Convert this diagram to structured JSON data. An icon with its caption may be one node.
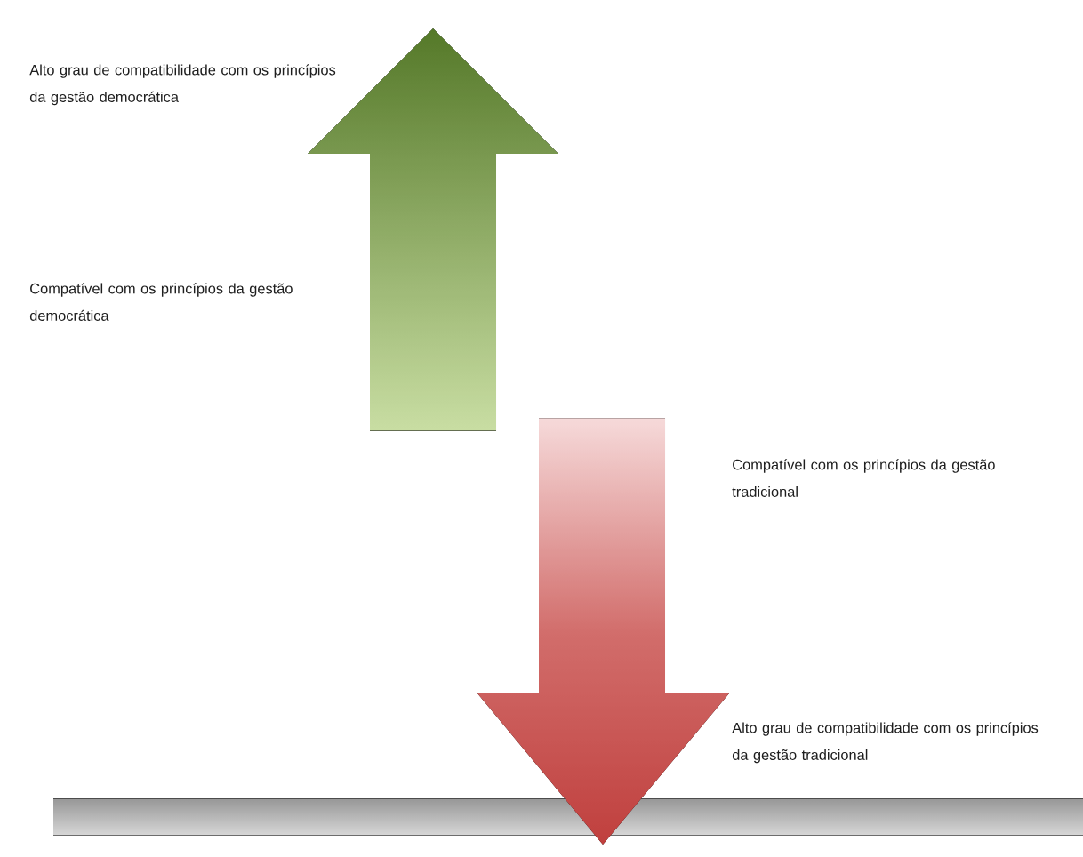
{
  "diagram": {
    "labels": [
      "Alto grau de compatibilidade com os princípios da gestão democrática",
      "Compatível com os princípios da gestão democrática",
      "Compatível com os princípios da gestão tradicional",
      "Alto grau de compatibilidade com os princípios da gestão tradicional"
    ]
  }
}
